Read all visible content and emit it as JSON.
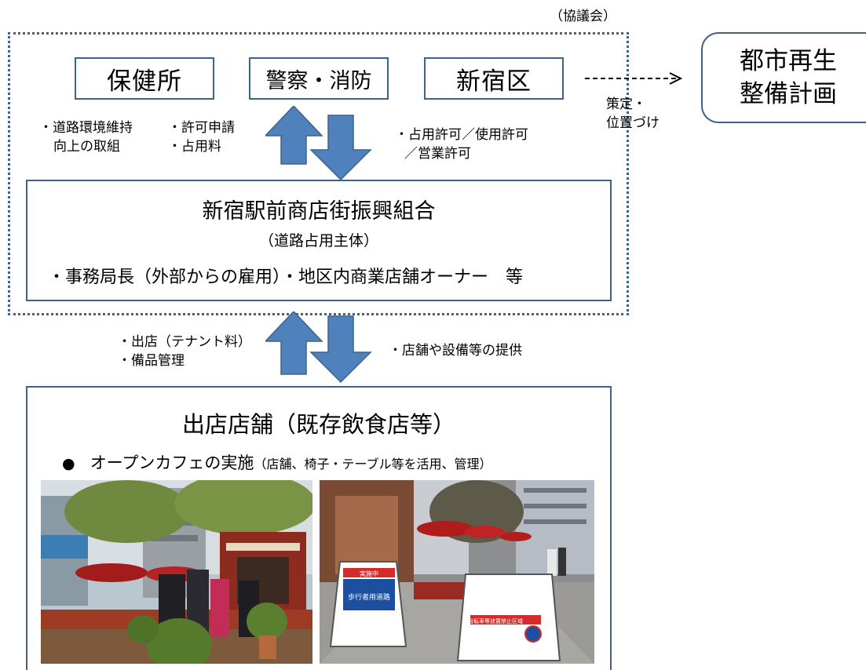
{
  "council_label": "（協議会）",
  "top_boxes": {
    "health": "保健所",
    "police_fire": "警察・消防",
    "ward": "新宿区"
  },
  "urban_plan": [
    "都市再生",
    "整備計画"
  ],
  "dashed_arrow_label": [
    "策定・",
    "位置づけ"
  ],
  "left_labels_top": {
    "col1": [
      "・道路環境維持",
      "向上の取組"
    ],
    "col2": [
      "・許可申請",
      "・占用料"
    ]
  },
  "right_labels_top": [
    "・占用許可／使用許可",
    "／営業許可"
  ],
  "union": {
    "title": "新宿駅前商店街振興組合",
    "subtitle": "（道路占用主体）",
    "members": "・事務局長（外部からの雇用）・地区内商業店舗オーナー　等"
  },
  "left_labels_bottom": [
    "・出店（テナント料）",
    "・備品管理"
  ],
  "right_labels_bottom": "・店舗や設備等の提供",
  "stores": {
    "title": "出店店舗（既存飲食店等）",
    "bullet": "●",
    "item_main": "オープンカフェの実施",
    "item_note": "（店舗、椅子・テーブル等を活用、管理）"
  },
  "photo2_signs": {
    "sign1": [
      "歩行者用道路",
      "実施中"
    ],
    "sign2": [
      "自転車等放置禁止区域"
    ]
  },
  "colors": {
    "frame": "#3f6289",
    "arrow": "#4f81bd"
  }
}
